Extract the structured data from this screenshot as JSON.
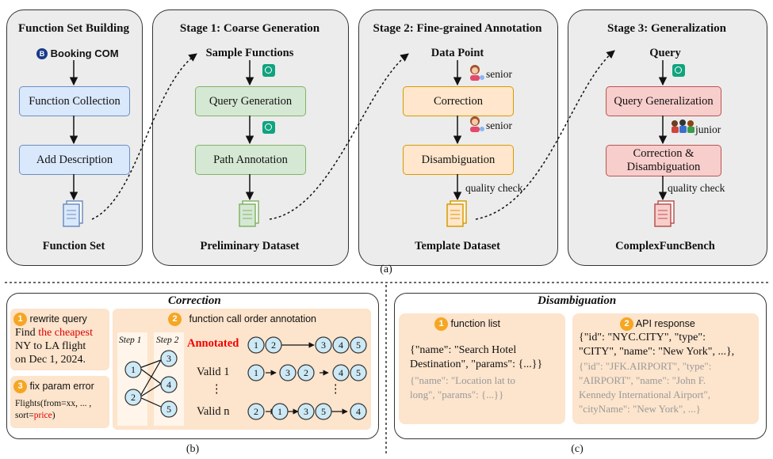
{
  "top": {
    "panel0": {
      "title": "Function Set Building",
      "brand": "Booking COM",
      "brand_letter": "B",
      "box1": "Function Collection",
      "box2": "Add Description",
      "output": "Function Set"
    },
    "panel1": {
      "title": "Stage 1:   Coarse Generation",
      "input": "Sample Functions",
      "box1": "Query Generation",
      "box2": "Path Annotation",
      "output": "Preliminary Dataset"
    },
    "panel2": {
      "title": "Stage 2:   Fine-grained Annotation",
      "input": "Data Point",
      "senior1": "senior",
      "box1": "Correction",
      "senior2": "senior",
      "box2": "Disambiguation",
      "check": "quality check",
      "output": "Template Dataset"
    },
    "panel3": {
      "title": "Stage 3:   Generalization",
      "input": "Query",
      "box1": "Query Generalization",
      "junior": "junior",
      "box2_l1": "Correction &",
      "box2_l2": "Disambiguation",
      "check": "quality check",
      "output": "ComplexFuncBench"
    },
    "caption": "(a)"
  },
  "correction": {
    "title": "Correction",
    "n1": "1",
    "rewrite_title": "rewrite query",
    "rw_l1a": "Find ",
    "rw_l1b": "the cheapest",
    "rw_l2": "NY to LA flight",
    "rw_l3": "on Dec 1, 2024.",
    "n3": "3",
    "fix_title": "fix param error",
    "fix_l1": "Flights(from=xx, ... ,",
    "fix_l2a": "sort=",
    "fix_l2b": "price",
    "fix_l2c": ")",
    "n2": "2",
    "order_title": "function call order annotation",
    "step1": "Step 1",
    "step2": "Step 2",
    "annotated": "Annotated",
    "valid1": "Valid 1",
    "vdots": "⋮",
    "validn": "Valid n",
    "nodes": [
      "1",
      "2",
      "3",
      "4",
      "5"
    ]
  },
  "disambiguation": {
    "title": "Disambiguation",
    "n1": "1",
    "list_title": "function list",
    "fl_l1": "{\"name\": \"Search Hotel",
    "fl_l2": "Destination\", \"params\": {...}}",
    "fl_g1": "{\"name\": \"Location lat to",
    "fl_g2": "long\", \"params\": {...}}",
    "n2": "2",
    "api_title": "API response",
    "api_l1": "{\"id\": \"NYC.CITY\", \"type\":",
    "api_l2": "\"CITY\", \"name\": \"New York\", ...},",
    "api_g1": "{\"id\": \"JFK.AIRPORT\", \"type\":",
    "api_g2": "\"AIRPORT\", \"name\": \"John F.",
    "api_g3": "Kennedy International Airport\",",
    "api_g4": "\"cityName\": \"New York\", ...}"
  },
  "captions": {
    "b": "(b)",
    "c": "(c)"
  },
  "icons": {
    "llm": "chatgpt-icon",
    "doc": "document-icon",
    "person": "annotator-icon"
  }
}
